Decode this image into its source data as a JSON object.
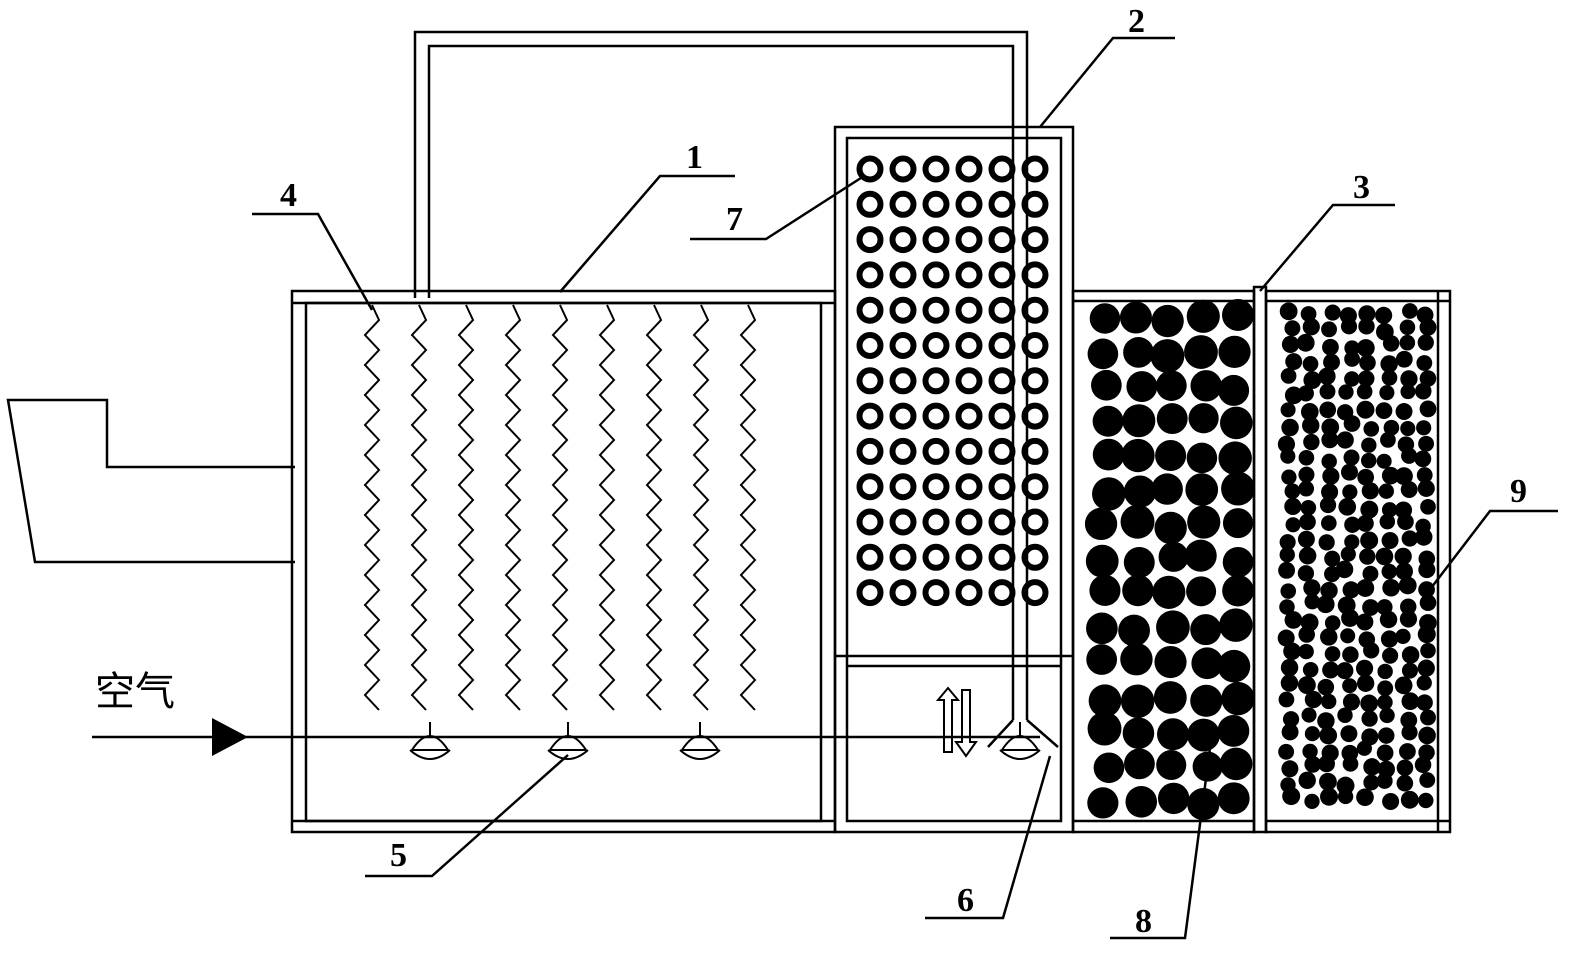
{
  "labels": {
    "l1": "1",
    "l2": "2",
    "l3": "3",
    "l4": "4",
    "l5": "5",
    "l6": "6",
    "l7": "7",
    "l8": "8",
    "l9": "9"
  },
  "air_label": "空气",
  "colors": {
    "line": "#000000",
    "background": "#ffffff"
  }
}
